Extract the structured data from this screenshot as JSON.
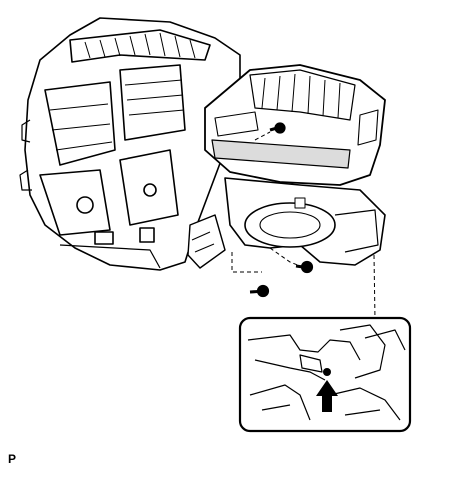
{
  "figure": {
    "corner_label": "P",
    "colors": {
      "line": "#000000",
      "fill": "#ffffff",
      "shade": "#dcdcdc"
    },
    "parts": [
      "heater-core-case",
      "blower-unit",
      "blower-motor",
      "screw-top",
      "screw-middle",
      "screw-bottom",
      "inset-detail",
      "arrow-indicator"
    ]
  }
}
